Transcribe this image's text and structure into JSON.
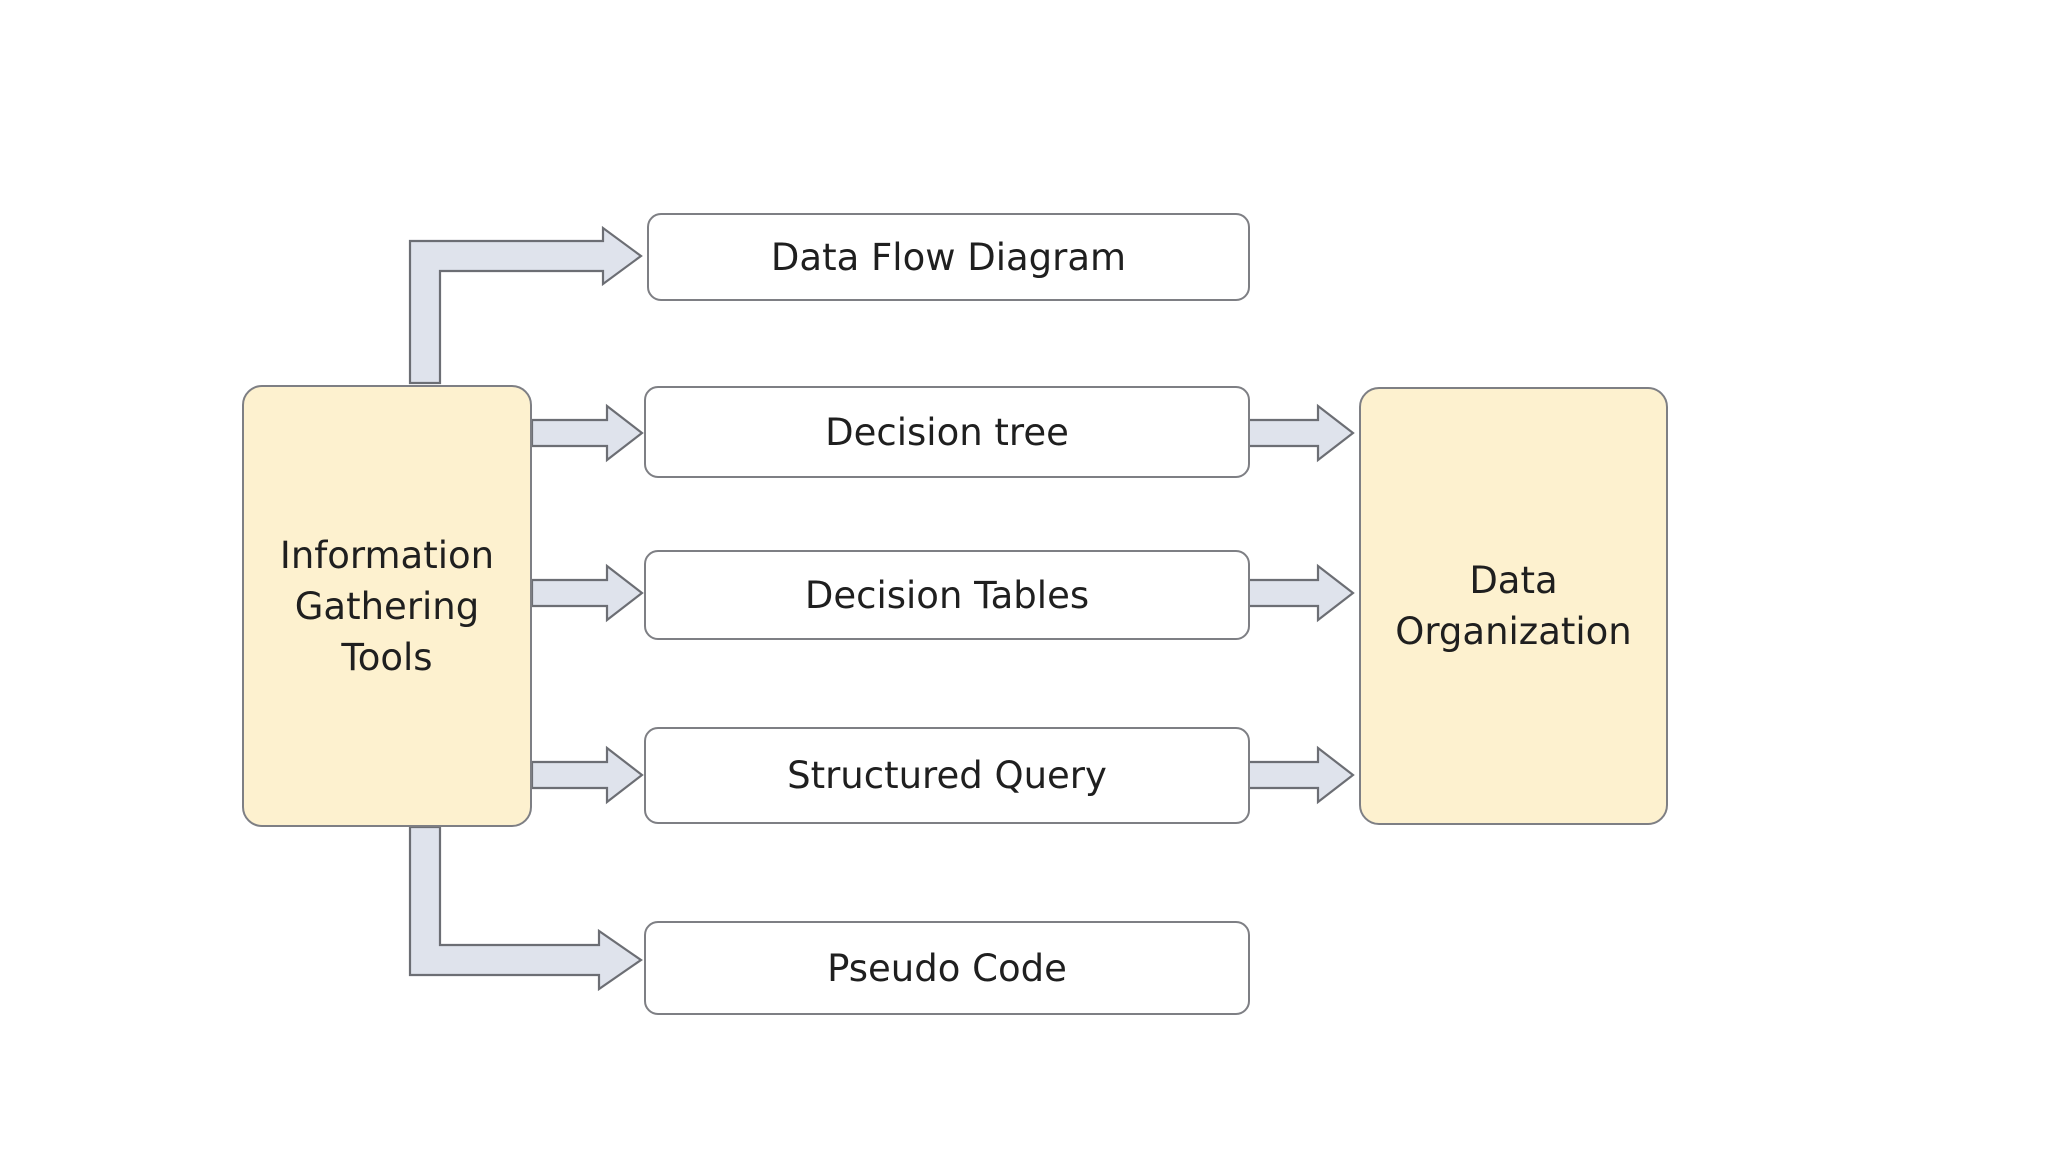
{
  "diagram": {
    "source": {
      "lines": [
        "Information",
        "Gathering",
        "Tools"
      ]
    },
    "target": {
      "lines": [
        "Data",
        "Organization"
      ]
    },
    "tools": [
      {
        "label": "Data Flow Diagram"
      },
      {
        "label": "Decision tree"
      },
      {
        "label": "Decision Tables"
      },
      {
        "label": "Structured Query"
      },
      {
        "label": "Pseudo Code"
      }
    ],
    "colors": {
      "side_box_fill": "#fdf1cf",
      "box_border": "#7e7f84",
      "arrow_fill": "#dfe3ec",
      "arrow_stroke": "#6c6e74"
    }
  }
}
